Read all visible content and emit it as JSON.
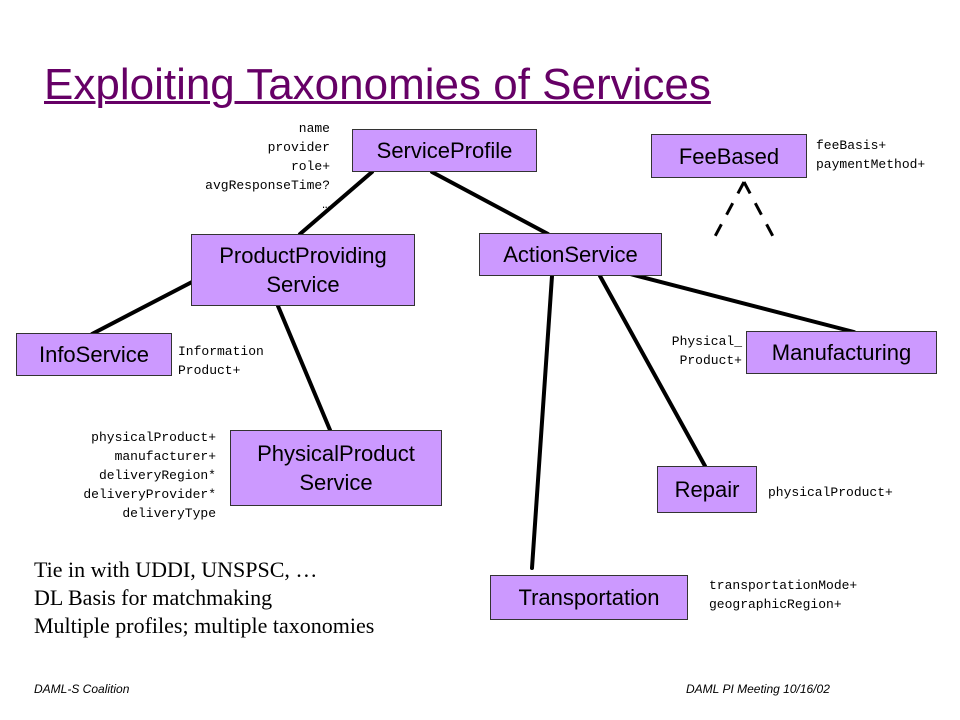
{
  "title": "Exploiting Taxonomies of Services",
  "nodes": {
    "service_profile": [
      "ServiceProfile"
    ],
    "fee_based": [
      "FeeBased"
    ],
    "product_providing": [
      "ProductProviding",
      "Service"
    ],
    "action_service": [
      "ActionService"
    ],
    "info_service": [
      "InfoService"
    ],
    "manufacturing": [
      "Manufacturing"
    ],
    "physical_product": [
      "PhysicalProduct",
      "Service"
    ],
    "repair": [
      "Repair"
    ],
    "transportation": [
      "Transportation"
    ]
  },
  "annotations": {
    "service_profile_props": [
      "name",
      "provider",
      "role+",
      "avgResponseTime?",
      "…"
    ],
    "fee_based_props": [
      "feeBasis+",
      "paymentMethod+"
    ],
    "info_service_props": [
      "Information",
      "Product+"
    ],
    "manufacturing_props": [
      "Physical_",
      "Product+"
    ],
    "physical_product_props": [
      "physicalProduct+",
      "manufacturer+",
      "deliveryRegion*",
      "deliveryProvider*",
      "deliveryType"
    ],
    "repair_props": [
      "physicalProduct+"
    ],
    "transportation_props": [
      "transportationMode+",
      "geographicRegion+"
    ]
  },
  "notes": [
    "Tie in with UDDI, UNSPSC, …",
    "DL Basis for matchmaking",
    "Multiple profiles; multiple taxonomies"
  ],
  "footer": {
    "left": "DAML-S Coalition",
    "right": "DAML PI Meeting 10/16/02"
  },
  "colors": {
    "title": "#660066",
    "node_fill": "#cc99ff",
    "node_border": "#333333",
    "edge": "#000000"
  }
}
